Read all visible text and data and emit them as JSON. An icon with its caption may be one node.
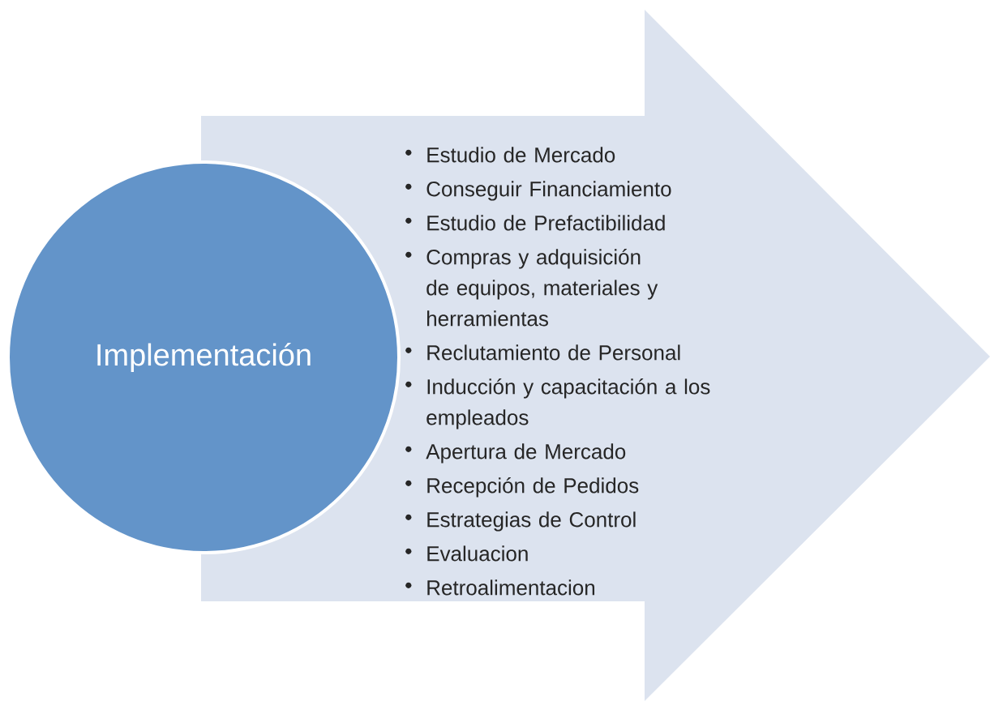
{
  "diagram": {
    "nodes": [
      {
        "text": [
          "Implementación"
        ]
      },
      {
        "text": [
          "Estudio de Mercado",
          "Conseguir Financiamiento",
          "Estudio de Prefactibilidad",
          "Compras y adquisición de equipos, materiales y herramientas",
          "Reclutamiento de Personal",
          "Inducción y capacitación a los empleados",
          "Apertura de Mercado",
          "Recepción de Pedidos",
          "Estrategias de Control",
          "Evaluacion",
          "Retroalimentacion"
        ]
      }
    ]
  }
}
